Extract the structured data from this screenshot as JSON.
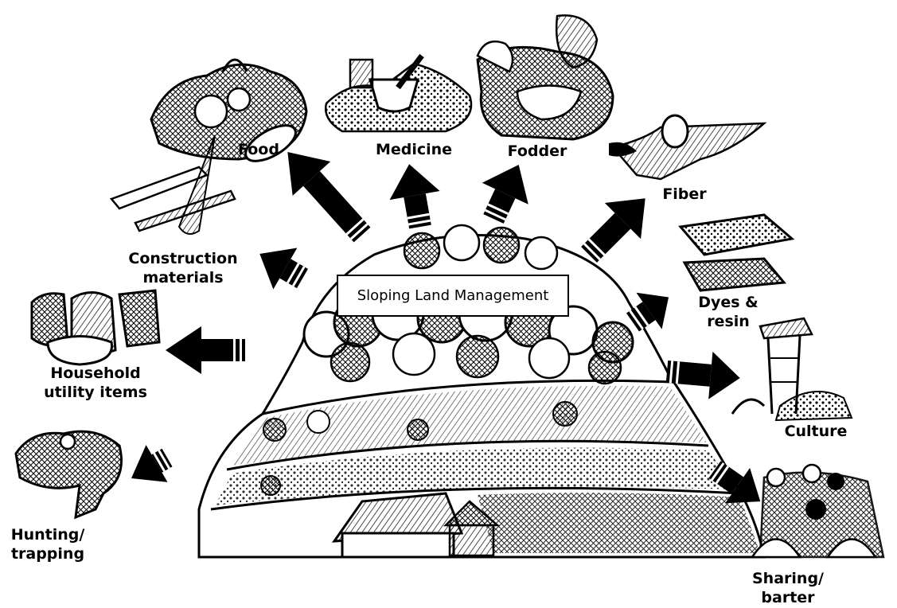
{
  "center_title": "Sloping Land Management",
  "labels": {
    "food": "Food",
    "medicine": "Medicine",
    "fodder": "Fodder",
    "fiber": "Fiber",
    "construction_line1": "Construction",
    "construction_line2": "materials",
    "dyes_line1": "Dyes &",
    "dyes_line2": "resin",
    "household_line1": "Household",
    "household_line2": "utility items",
    "culture": "Culture",
    "hunting_line1": "Hunting/",
    "hunting_line2": "trapping",
    "sharing_line1": "Sharing/",
    "sharing_line2": "barter"
  },
  "style": {
    "ink": "#000000",
    "paper": "#ffffff"
  }
}
